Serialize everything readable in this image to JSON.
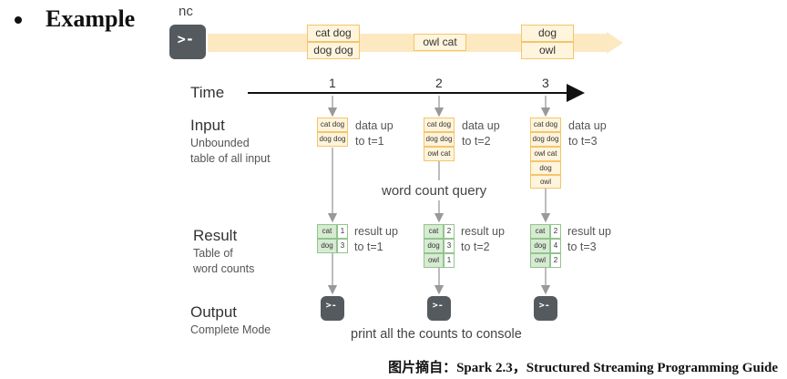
{
  "bullet": "Example",
  "nc_label": "nc",
  "stream_boxes": [
    [
      "cat dog",
      "dog dog"
    ],
    [
      "owl cat"
    ],
    [
      "dog",
      "owl"
    ]
  ],
  "time_label": "Time",
  "ticks": [
    "1",
    "2",
    "3"
  ],
  "input_label": "Input",
  "input_sub": [
    "Unbounded",
    "table of all input"
  ],
  "input_tables": [
    [
      "cat dog",
      "dog dog"
    ],
    [
      "cat dog",
      "dog dog",
      "owl cat"
    ],
    [
      "cat dog",
      "dog dog",
      "owl cat",
      "dog",
      "owl"
    ]
  ],
  "input_notes": [
    [
      "data up",
      "to t=1"
    ],
    [
      "data up",
      "to t=2"
    ],
    [
      "data up",
      "to t=3"
    ]
  ],
  "query_label": "word count query",
  "result_label": "Result",
  "result_sub": [
    "Table of",
    "word counts"
  ],
  "result_tables": [
    [
      [
        "cat",
        "1"
      ],
      [
        "dog",
        "3"
      ]
    ],
    [
      [
        "cat",
        "2"
      ],
      [
        "dog",
        "3"
      ],
      [
        "owl",
        "1"
      ]
    ],
    [
      [
        "cat",
        "2"
      ],
      [
        "dog",
        "4"
      ],
      [
        "owl",
        "2"
      ]
    ]
  ],
  "result_notes": [
    [
      "result up",
      "to t=1"
    ],
    [
      "result up",
      "to t=2"
    ],
    [
      "result up",
      "to t=3"
    ]
  ],
  "output_label": "Output",
  "output_sub": "Complete Mode",
  "output_caption": "print all the counts to console",
  "terminal_glyph": ">-",
  "source_caption": "图片摘自：Spark 2.3，Structured Streaming Programming Guide",
  "colors": {
    "input_border": "#f3c56b",
    "input_fill": "#fff4dc",
    "result_border": "#93c48e",
    "result_fill": "#d6ebd2",
    "stream_band": "#fce9c2",
    "terminal": "#555a5f"
  }
}
